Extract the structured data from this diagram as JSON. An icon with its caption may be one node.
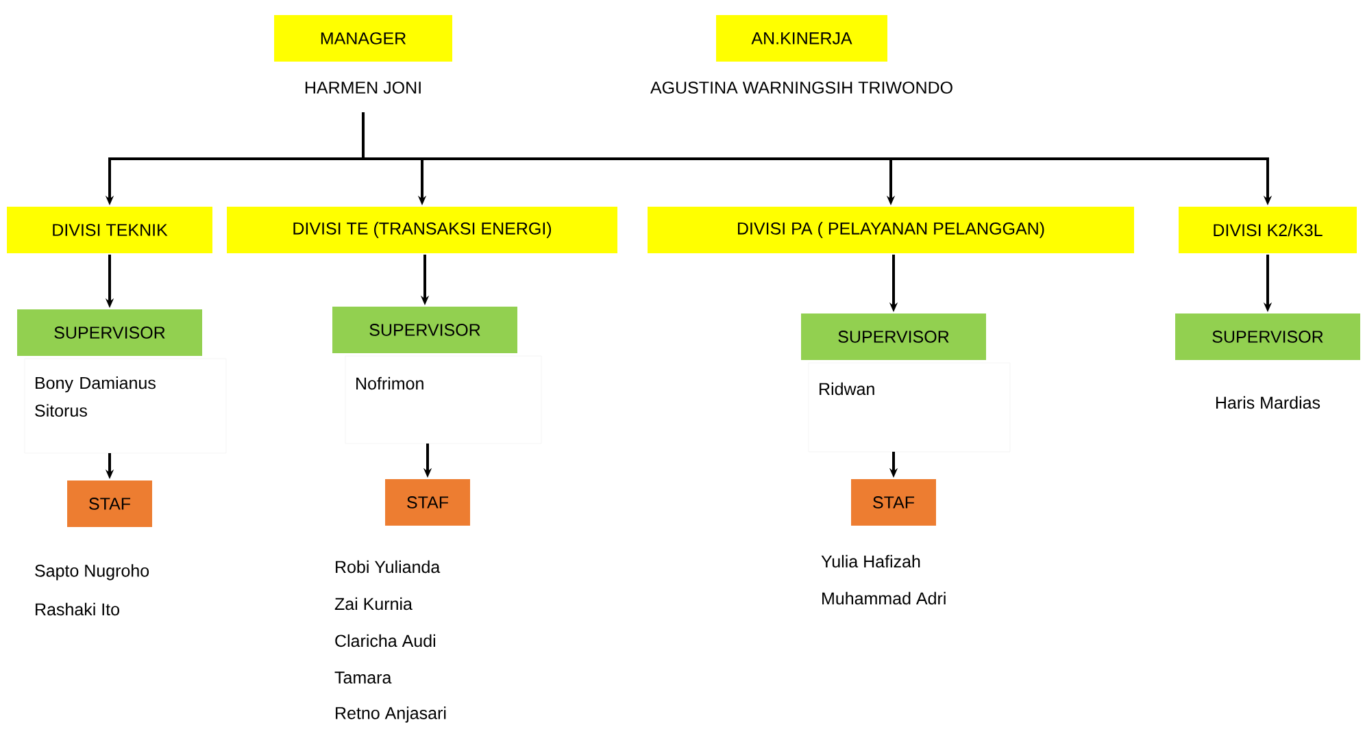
{
  "diagram": {
    "nodes": [
      {
        "text": [
          "MANAGER"
        ],
        "beside": [
          "HARMEN JONI"
        ]
      },
      {
        "text": [
          "AN.KINERJA"
        ],
        "beside": [
          "AGUSTINA WARNINGSIH TRIWONDO"
        ]
      },
      {
        "text": [
          "DIVISI TEKNIK"
        ]
      },
      {
        "text": [
          "DIVISI TE (TRANSAKSI ENERGI)"
        ]
      },
      {
        "text": [
          "DIVISI PA ( PELAYANAN PELANGGAN)"
        ]
      },
      {
        "text": [
          "DIVISI K2/K3L"
        ]
      },
      {
        "text": [
          "SUPERVISOR",
          "Bony Damianus Sitorus"
        ]
      },
      {
        "text": [
          "SUPERVISOR",
          "Nofrimon"
        ]
      },
      {
        "text": [
          "SUPERVISOR",
          "Ridwan"
        ]
      },
      {
        "text": [
          "SUPERVISOR",
          "Haris Mardias"
        ]
      },
      {
        "text": [
          "STAF"
        ],
        "beside": [
          "Sapto Nugroho",
          "Rashaki Ito"
        ]
      },
      {
        "text": [
          "STAF"
        ],
        "beside": [
          "Robi Yulianda",
          "Zai Kurnia",
          "Claricha Audi",
          "Tamara",
          "Retno Anjasari"
        ]
      },
      {
        "text": [
          "STAF"
        ],
        "beside": [
          "Yulia Hafizah",
          "Muhammad Adri"
        ]
      }
    ],
    "edges": [
      {
        "from": 0,
        "to": 2,
        "arrow": "to"
      },
      {
        "from": 0,
        "to": 3,
        "arrow": "to"
      },
      {
        "from": 0,
        "to": 4,
        "arrow": "to"
      },
      {
        "from": 0,
        "to": 5,
        "arrow": "to"
      },
      {
        "from": 2,
        "to": 6,
        "arrow": "to"
      },
      {
        "from": 3,
        "to": 7,
        "arrow": "to"
      },
      {
        "from": 4,
        "to": 8,
        "arrow": "to"
      },
      {
        "from": 5,
        "to": 9,
        "arrow": "to"
      },
      {
        "from": 6,
        "to": 10,
        "arrow": "to"
      },
      {
        "from": 7,
        "to": 11,
        "arrow": "to"
      },
      {
        "from": 8,
        "to": 12,
        "arrow": "to"
      }
    ]
  }
}
